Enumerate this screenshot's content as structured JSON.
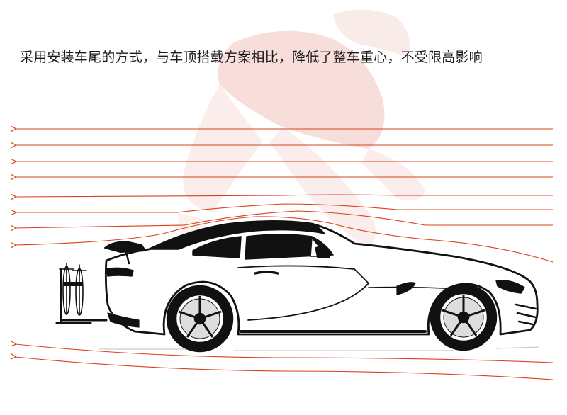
{
  "headline": {
    "text": "采用安装车尾的方式，与车顶搭载方案相比，降低了整车重心，不受限高影响"
  },
  "colors": {
    "airflow_line": "#d9411e",
    "background_rider": "#f4d2cc",
    "car_outline": "#111111",
    "car_body": "#ffffff",
    "text": "#1a1a1a"
  },
  "illustration": {
    "car": "sports-car-side-view",
    "bike_rack": "rear-mounted-bike-rack",
    "airflow": "airflow-lines-over-car",
    "background": "faded-cyclist"
  }
}
